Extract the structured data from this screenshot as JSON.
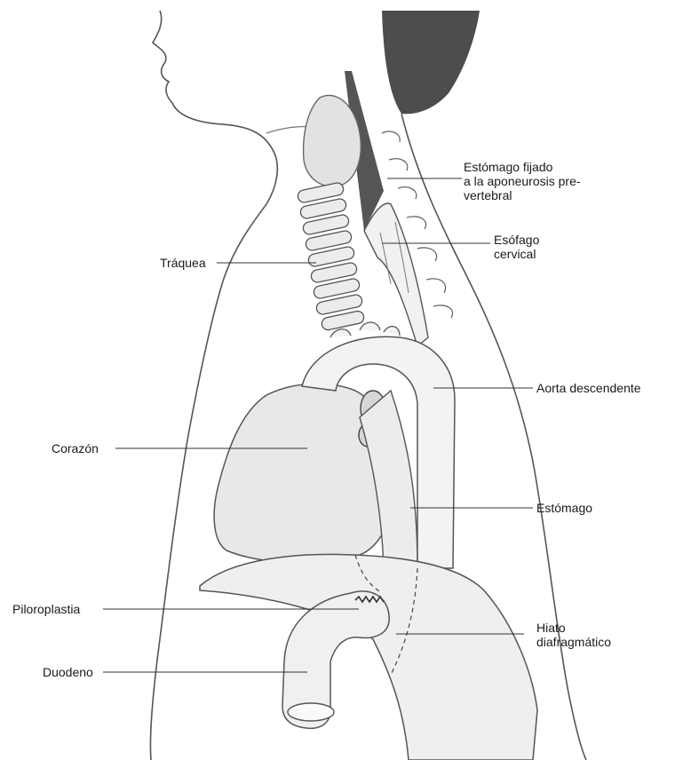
{
  "labels": {
    "estomago_fijado": [
      "Estómago fijado",
      "a la aponeurosis pre-",
      "vertebral"
    ],
    "esofago_cervical": [
      "Esófago",
      "cervical"
    ],
    "traquea": "Tráquea",
    "aorta_descendente": "Aorta descendente",
    "corazon": "Corazón",
    "estomago": "Estómago",
    "piloroplastia": "Piloroplastia",
    "hiato_diafragmatico": [
      "Hiato",
      "diafragmático"
    ],
    "duodeno": "Duodeno"
  },
  "colors": {
    "outline": "#4a4a4a",
    "organ_fill": "#e9e9e9",
    "organ_light": "#f2f2f2",
    "dark_mass": "#4d4d4d",
    "leader": "#333333"
  }
}
